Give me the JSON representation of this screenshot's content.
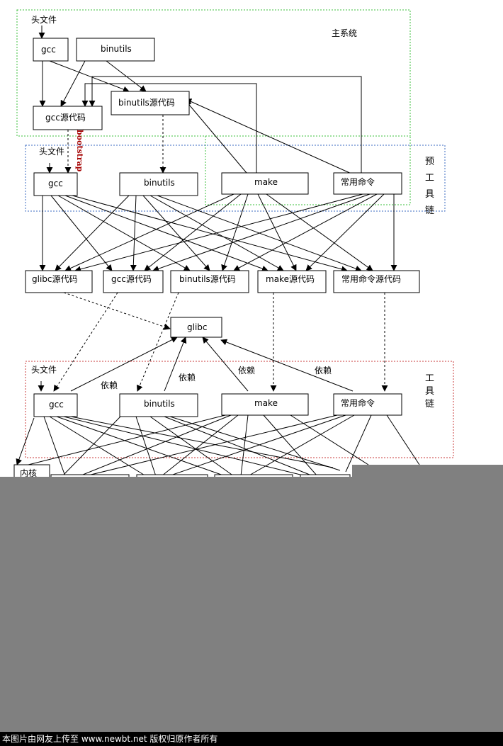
{
  "regions": {
    "host_system": "主系统",
    "pre_toolchain": "预工具链",
    "toolchain": "工具链"
  },
  "nodes": {
    "host_headers": "头文件",
    "host_gcc": "gcc",
    "host_binutils": "binutils",
    "gcc_src_1": "gcc源代码",
    "binutils_src_1": "binutils源代码",
    "pre_headers": "头文件",
    "pre_gcc": "gcc",
    "pre_binutils": "binutils",
    "pre_make": "make",
    "pre_common": "常用命令",
    "glibc_src": "glibc源代码",
    "gcc_src_2": "gcc源代码",
    "binutils_src_2": "binutils源代码",
    "make_src": "make源代码",
    "common_src": "常用命令源代码",
    "glibc": "glibc",
    "tc_headers": "头文件",
    "tc_gcc": "gcc",
    "tc_binutils": "binutils",
    "tc_make": "make",
    "tc_common": "常用命令",
    "kernel": "内核"
  },
  "bootstrap_label": "bootstrap",
  "dep_label": "依赖",
  "footer": "本图片由网友上传至 www.newbt.net 版权归原作者所有"
}
